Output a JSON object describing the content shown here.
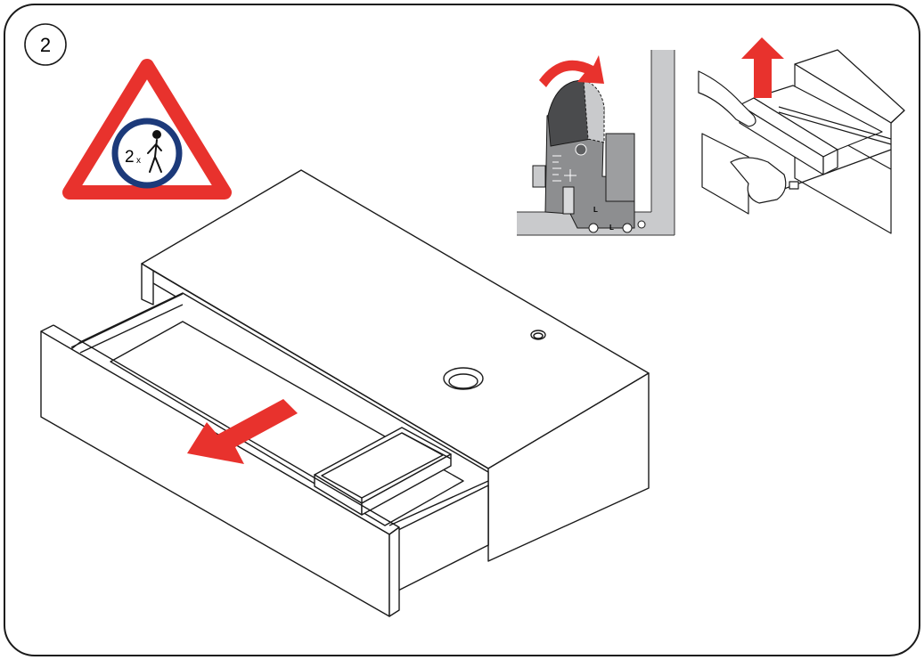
{
  "step": {
    "number": "2"
  },
  "warning": {
    "people_count": "2",
    "multiplier": "x"
  },
  "detail_labels": {
    "left_a": "L",
    "left_b": "L"
  },
  "colors": {
    "accent_red": "#e8322d",
    "warning_blue": "#1c3a7a",
    "gray_dark": "#5e5f61",
    "gray_mid": "#8d8e90",
    "gray_light": "#c9cacc",
    "line": "#1a1a1a"
  },
  "icons": [
    "warning-two-person-icon",
    "pull-arrow-icon",
    "rotate-arrow-icon",
    "lift-arrow-icon",
    "hands-icon"
  ]
}
